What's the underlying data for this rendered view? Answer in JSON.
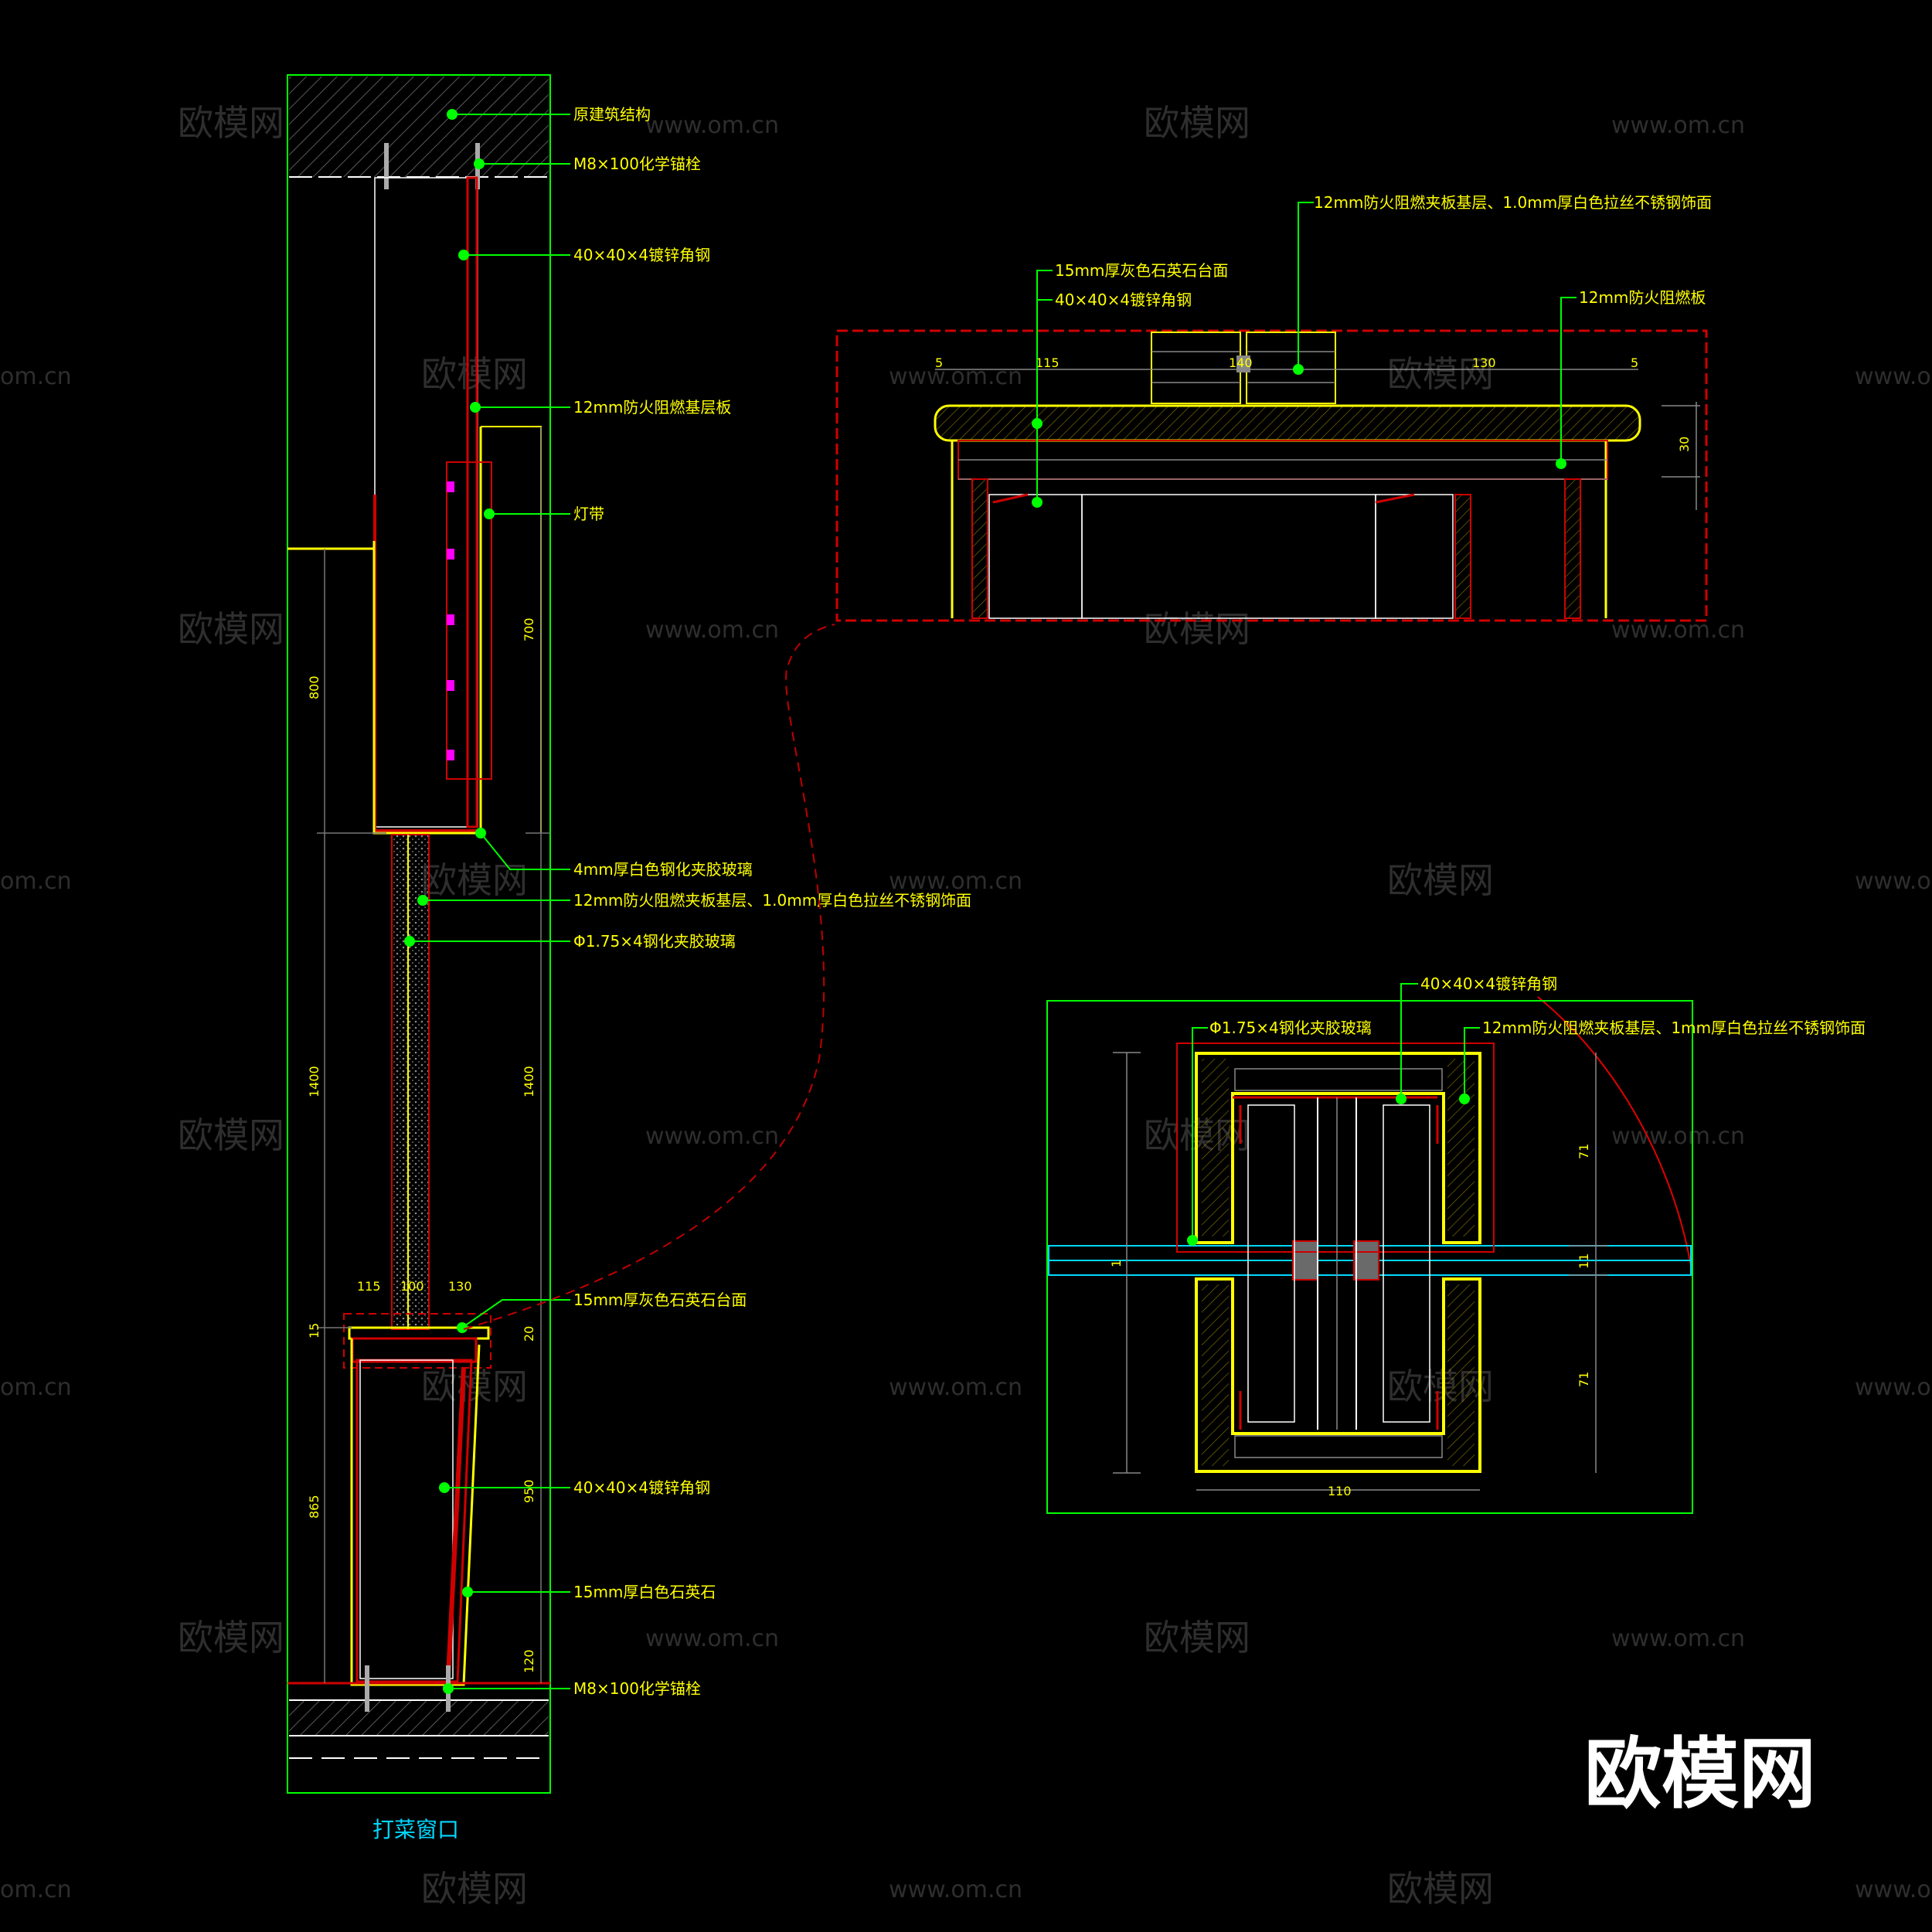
{
  "watermark": {
    "site": "www.om.cn",
    "domain": "om.cn",
    "brand": "欧模网"
  },
  "section_title": "打菜窗口",
  "section_labels": [
    "原建筑结构",
    "M8×100化学锚栓",
    "40×40×4镀锌角钢",
    "12mm防火阻燃基层板",
    "灯带",
    "4mm厚白色钢化夹胶玻璃",
    "12mm防火阻燃夹板基层、1.0mm厚白色拉丝不锈钢饰面",
    "Φ1.75×4钢化夹胶玻璃",
    "15mm厚灰色石英石台面",
    "40×40×4镀锌角钢",
    "15mm厚白色石英石",
    "M8×100化学锚栓"
  ],
  "section_dims": {
    "upper_left": "800",
    "upper_right": "700",
    "mid_left": "1400",
    "mid_right": "1400",
    "lower_left": "865",
    "lower_right": "950",
    "bottom_right": "120",
    "counter_w1": "115",
    "counter_w2": "100",
    "counter_w3": "130",
    "counter_h_left": "15",
    "counter_h_right": "20"
  },
  "top_detail": {
    "labels": [
      "12mm防火阻燃夹板基层、1.0mm厚白色拉丝不锈钢饰面",
      "15mm厚灰色石英石台面",
      "40×40×4镀锌角钢",
      "12mm防火阻燃板"
    ],
    "dims": [
      "5",
      "115",
      "140",
      "130",
      "5",
      "30"
    ]
  },
  "bottom_detail": {
    "labels": [
      "40×40×4镀锌角钢",
      "Φ1.75×4钢化夹胶玻璃",
      "12mm防火阻燃夹板基层、1mm厚白色拉丝不锈钢饰面"
    ],
    "dims": [
      "110",
      "71",
      "11",
      "71",
      "1"
    ]
  }
}
